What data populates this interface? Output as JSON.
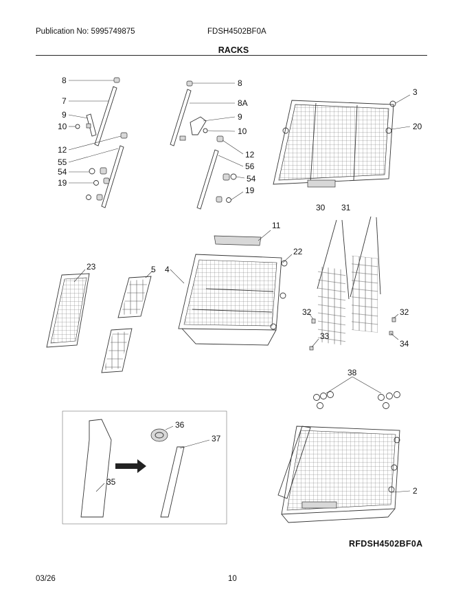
{
  "header": {
    "publication": "Publication No: 5995749875",
    "model": "FDSH4502BF0A"
  },
  "section_title": "RACKS",
  "diagram_code": "RFDSH4502BF0A",
  "footer": {
    "date": "03/26",
    "page": "10"
  },
  "callouts": {
    "c8a": "8",
    "c7": "7",
    "c9a": "9",
    "c10a": "10",
    "c12a": "12",
    "c55": "55",
    "c54a": "54",
    "c19a": "19",
    "c8b": "8",
    "c8A": "8A",
    "c9b": "9",
    "c10b": "10",
    "c12b": "12",
    "c56": "56",
    "c54b": "54",
    "c19b": "19",
    "c3": "3",
    "c20": "20",
    "c30": "30",
    "c31": "31",
    "c11": "11",
    "c22": "22",
    "c23": "23",
    "c5": "5",
    "c4": "4",
    "c32a": "32",
    "c32b": "32",
    "c33": "33",
    "c34": "34",
    "c38": "38",
    "c36": "36",
    "c37": "37",
    "c35": "35",
    "c2": "2"
  }
}
